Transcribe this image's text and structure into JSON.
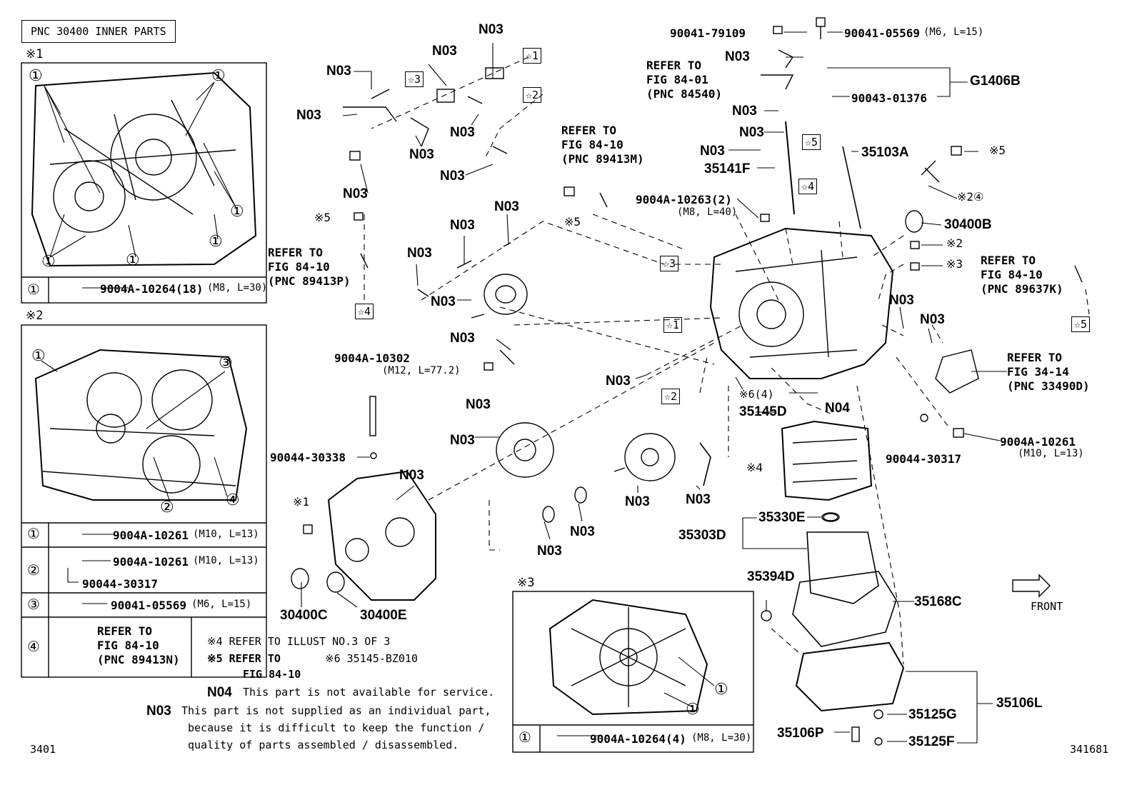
{
  "title": "PNC 30400 INNER PARTS",
  "insets": {
    "ins1": {
      "mark": "※1",
      "rows": [
        {
          "num": "①",
          "part": "9004A-10264(18)",
          "spec": "(M8, L=30)"
        }
      ]
    },
    "ins2": {
      "mark": "※2",
      "rows": [
        {
          "num": "①",
          "part": "9004A-10261",
          "spec": "(M10, L=13)"
        },
        {
          "num": "②",
          "part": "9004A-10261",
          "spec": "(M10, L=13)",
          "part2": "90044-30317"
        },
        {
          "num": "③",
          "part": "90041-05569",
          "spec": "(M6, L=15)"
        },
        {
          "num": "④",
          "ref": "REFER TO\nFIG 84-10\n(PNC 89413N)"
        }
      ]
    },
    "ins3": {
      "mark": "※3",
      "rows": [
        {
          "num": "①",
          "part": "9004A-10264(4)",
          "spec": "(M8, L=30)"
        }
      ]
    }
  },
  "callouts": {
    "c1": "①",
    "c2": "②",
    "c3": "③",
    "c4": "④"
  },
  "labels": {
    "n03": "N03",
    "n04": "N04",
    "p90041_79109": "90041-79109",
    "p90041_05569": "90041-05569",
    "p90041_05569_spec": "(M6, L=15)",
    "g1406b": "G1406B",
    "p90043_01376": "90043-01376",
    "ref84_01": "REFER TO\nFIG 84-01\n(PNC 84540)",
    "ref89413m": "REFER TO\nFIG 84-10\n(PNC 89413M)",
    "ref89413p": "REFER TO\nFIG 84-10\n(PNC 89413P)",
    "ref89637k": "REFER TO\nFIG 84-10\n(PNC 89637K)",
    "ref33490d": "REFER TO\nFIG 34-14\n(PNC 33490D)",
    "p35103a": "35103A",
    "p35141f": "35141F",
    "p9004a_10263": "9004A-10263(2)",
    "p9004a_10263_spec": "(M8, L=40)",
    "p30400b": "30400B",
    "p9004a_10302": "9004A-10302",
    "p9004a_10302_spec": "(M12, L=77.2)",
    "p90044_30338": "90044-30338",
    "p30400c": "30400C",
    "p30400e": "30400E",
    "p35145d": "35145D",
    "p90044_30317": "90044-30317",
    "p9004a_10261": "9004A-10261",
    "p9004a_10261_spec": "(M10, L=13)",
    "p35330e": "35330E",
    "p35303d": "35303D",
    "p35394d": "35394D",
    "p35168c": "35168C",
    "p35106l": "35106L",
    "p35125g": "35125G",
    "p35125f": "35125F",
    "p35106p": "35106P",
    "front": "FRONT",
    "x1": "※1",
    "x2": "※2",
    "x3": "※3",
    "x4": "※4",
    "x5": "※5",
    "x6_4": "※6(4)",
    "x2c4": "※2④"
  },
  "stars": {
    "s1": "☆1",
    "s2": "☆2",
    "s3": "☆3",
    "s4": "☆4",
    "s5": "☆5"
  },
  "notes": {
    "n4": "※4  REFER TO ILLUST NO.3 OF 3",
    "n5a": "※5  REFER TO",
    "n5b": "FIG 84-10",
    "n6": "※6 35145-BZ010",
    "n04_code": "N04",
    "n04_text": "This part is not available for service.",
    "n03_code": "N03",
    "n03_text1": "This part is not supplied as an individual part,",
    "n03_text2": "because it is difficult to keep the function /",
    "n03_text3": "quality of parts assembled / disassembled."
  },
  "footer": {
    "left": "3401",
    "right": "341681"
  }
}
